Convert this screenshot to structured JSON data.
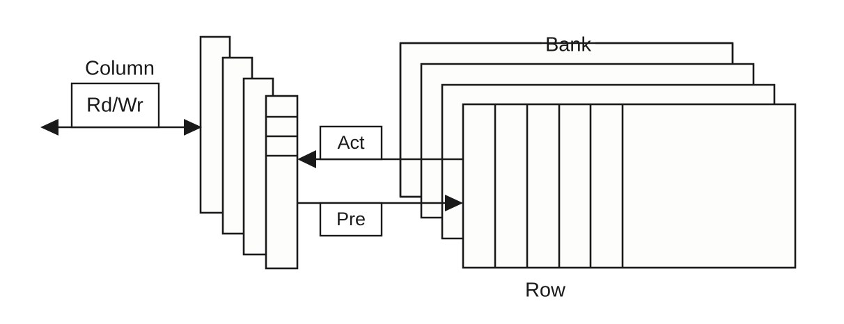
{
  "diagram": {
    "title_implicit": "DRAM bank / column organization",
    "labels": {
      "column": "Column",
      "rdwr": "Rd/Wr",
      "act": "Act",
      "pre": "Pre",
      "bank": "Bank",
      "row": "Row"
    },
    "colors": {
      "stroke": "#1a1a1a",
      "fill": "#fdfdfb",
      "background": "#ffffff"
    },
    "column_stack": {
      "count": 4,
      "segmented_cells_in_front": 3
    },
    "bank_stack": {
      "count": 4,
      "row_dividers_in_front": 5
    },
    "connectors": [
      {
        "name": "rdwr-bidirectional-bus",
        "arrows": "both"
      },
      {
        "name": "act-signal",
        "arrows": "left"
      },
      {
        "name": "pre-signal",
        "arrows": "right"
      }
    ]
  }
}
